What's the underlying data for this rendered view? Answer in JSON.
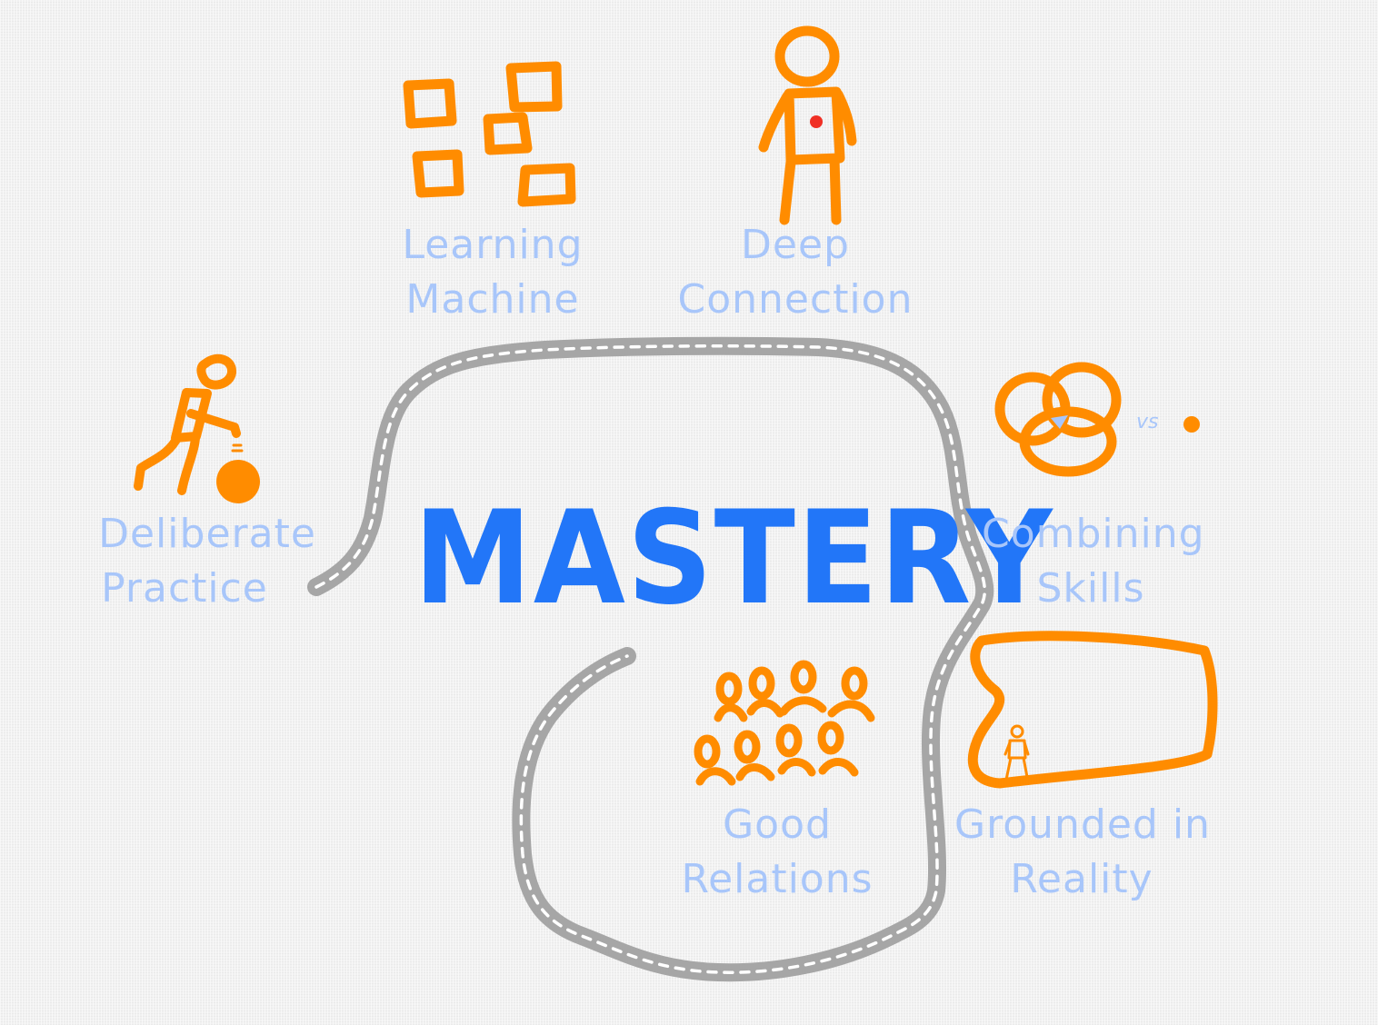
{
  "title": "MASTERY",
  "colors": {
    "background": "#f1f1f1",
    "title": "#2276f8",
    "label": "#a8c6fa",
    "icon": "#ff8c00",
    "heart": "#f03025",
    "road": "#a6a6a6",
    "road_dash": "#ffffff"
  },
  "nodes": [
    {
      "id": "learning-machine",
      "lines": [
        "Learning",
        "Machine"
      ],
      "icon": "scattered-squares-icon"
    },
    {
      "id": "deep-connection",
      "lines": [
        "Deep",
        "Connection"
      ],
      "icon": "person-with-heart-icon"
    },
    {
      "id": "deliberate-practice",
      "lines": [
        "Deliberate",
        "Practice"
      ],
      "icon": "person-pushing-ball-icon"
    },
    {
      "id": "combining-skills",
      "lines": [
        "Combining",
        "Skills"
      ],
      "icon": "venn-diagram-icon",
      "comparison": "vs"
    },
    {
      "id": "good-relations",
      "lines": [
        "Good",
        "Relations"
      ],
      "icon": "group-of-people-icon"
    },
    {
      "id": "grounded-in-reality",
      "lines": [
        "Grounded in",
        "Reality"
      ],
      "icon": "person-in-boundary-icon"
    }
  ],
  "path": {
    "description": "winding road",
    "icon": "road-icon"
  }
}
